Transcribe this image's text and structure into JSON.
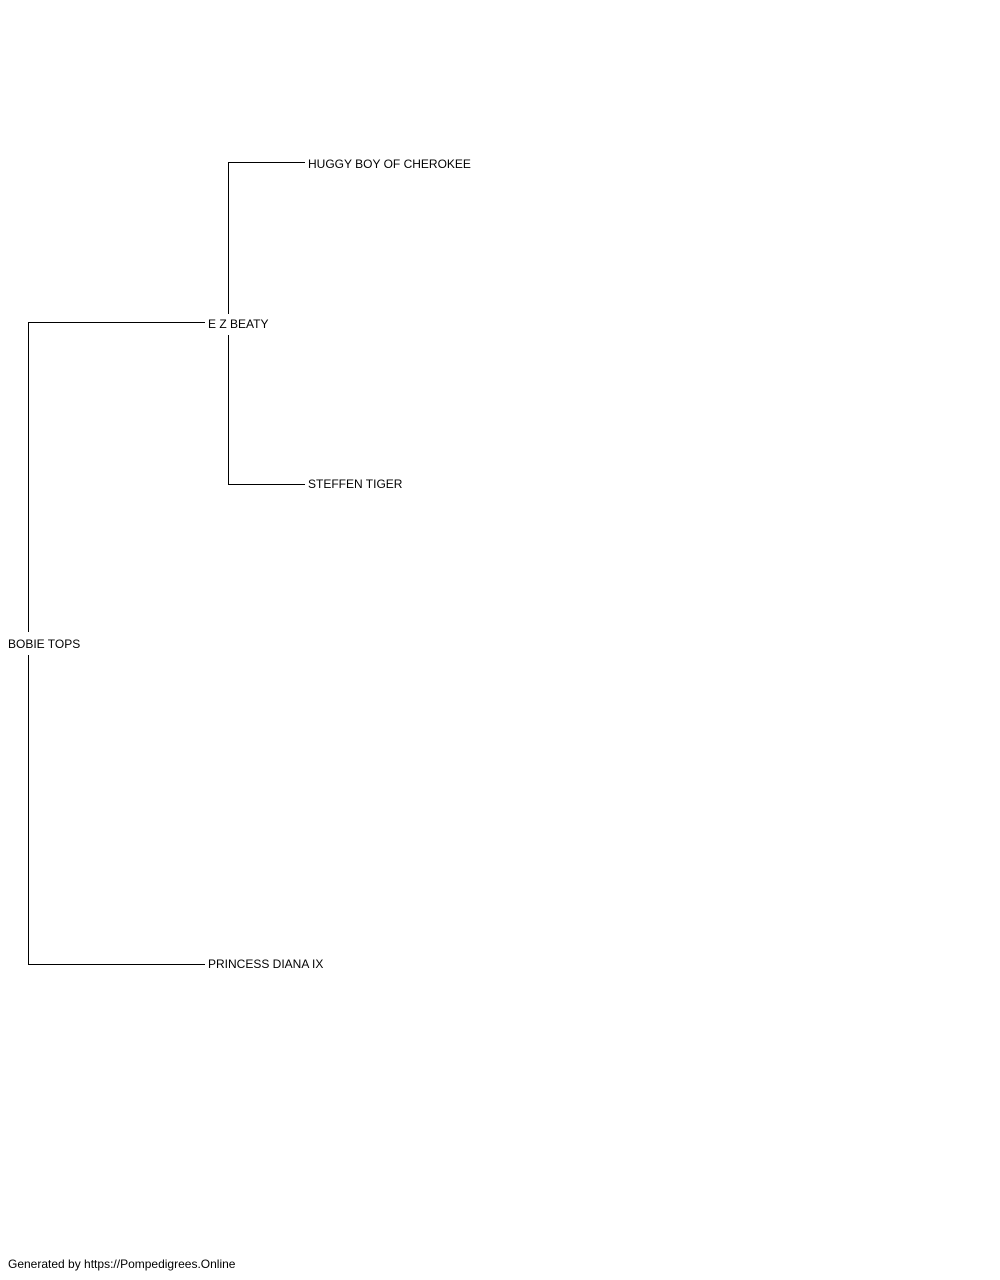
{
  "pedigree": {
    "subject": "BOBIE TOPS",
    "sire": "E Z BEATY",
    "dam": "PRINCESS DIANA IX",
    "sire_sire": "HUGGY BOY OF CHEROKEE",
    "sire_dam": "STEFFEN TIGER"
  },
  "footer": {
    "text": "Generated by https://Pompedigrees.Online"
  }
}
